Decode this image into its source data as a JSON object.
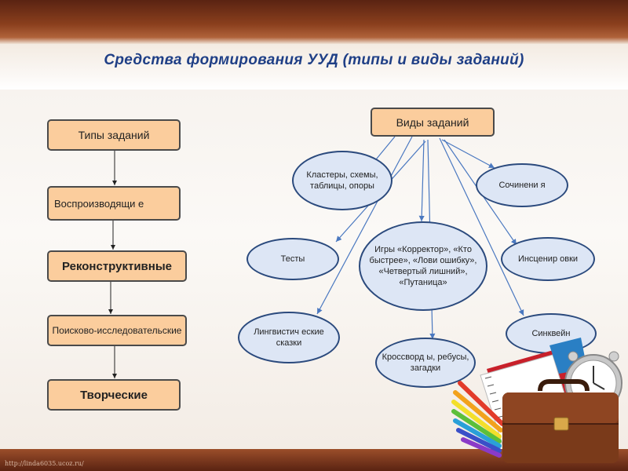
{
  "slide": {
    "title": "Средства формирования УУД (типы  и виды заданий)",
    "footer_url": "http://linda6035.ucoz.ru/"
  },
  "types": {
    "header": "Типы заданий",
    "items": [
      "Воспроизводящи е",
      "Реконструктивные",
      "Поисково-исследовательские",
      "Творческие"
    ]
  },
  "kinds": {
    "header": "Виды заданий",
    "items": {
      "clusters": "Кластеры, схемы, таблицы, опоры",
      "essays": "Сочинени я",
      "tests": "Тесты",
      "games": "Игры «Корректор», «Кто быстрее», «Лови ошибку», «Четвертый лишний», «Путаница»",
      "staging": "Инсценир овки",
      "tales": "Лингвистич еские сказки",
      "syncwine": "Синквейн",
      "crosswords": "Кроссворд ы, ребусы, загадки"
    }
  },
  "colors": {
    "box_fill": "#fbcd9d",
    "ellipse_fill": "#dde6f5",
    "ellipse_border": "#2b4a7d",
    "title_color": "#1f3f86",
    "band_color": "#6b2a14"
  },
  "decoration": {
    "icon": "briefcase-books-clock-clipart"
  }
}
